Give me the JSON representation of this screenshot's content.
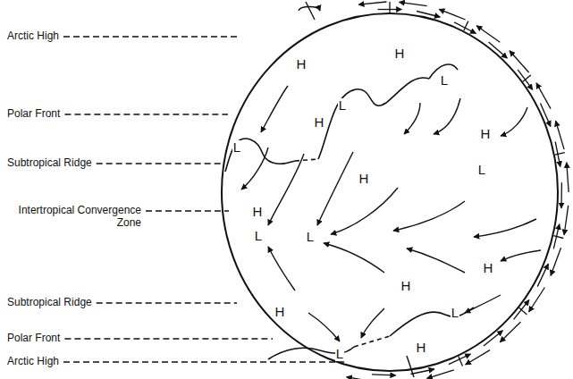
{
  "diagram": {
    "labels": [
      "Arctic High",
      "Polar Front",
      "Subtropical Ridge",
      "Intertropical Convergence Zone",
      "Subtropical Ridge",
      "Polar Front",
      "Arctic High",
      "H",
      "H",
      "L",
      "L",
      "H",
      "H",
      "L",
      "L",
      "H",
      "H",
      "L",
      "L",
      "H",
      "H",
      "H",
      "L",
      "H",
      "L"
    ]
  }
}
